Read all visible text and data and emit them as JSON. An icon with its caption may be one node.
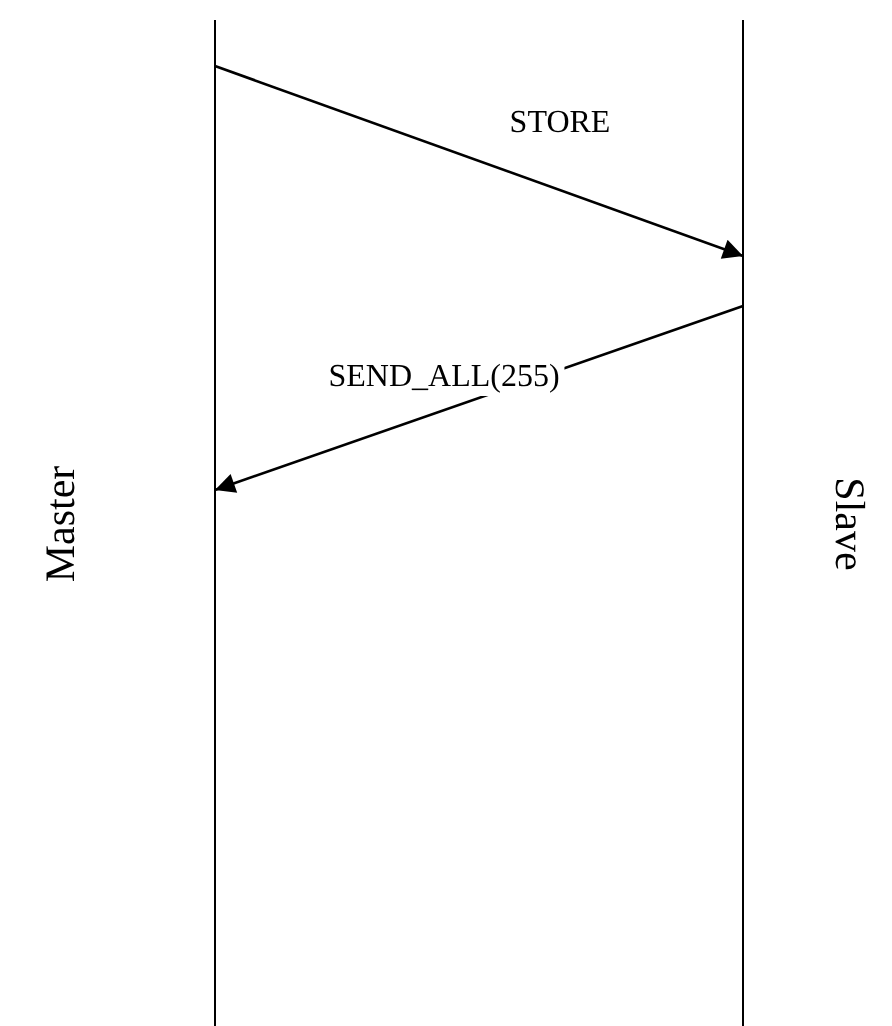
{
  "diagram": {
    "nodes": [
      {
        "text": [
          "Master"
        ]
      },
      {
        "text": [
          "Slave"
        ]
      }
    ],
    "edges": [
      {
        "from": 0,
        "to": 1,
        "arrow": "to",
        "label": "STORE"
      },
      {
        "from": 1,
        "to": 0,
        "arrow": "to",
        "label": "SEND_ALL(255)"
      }
    ]
  }
}
